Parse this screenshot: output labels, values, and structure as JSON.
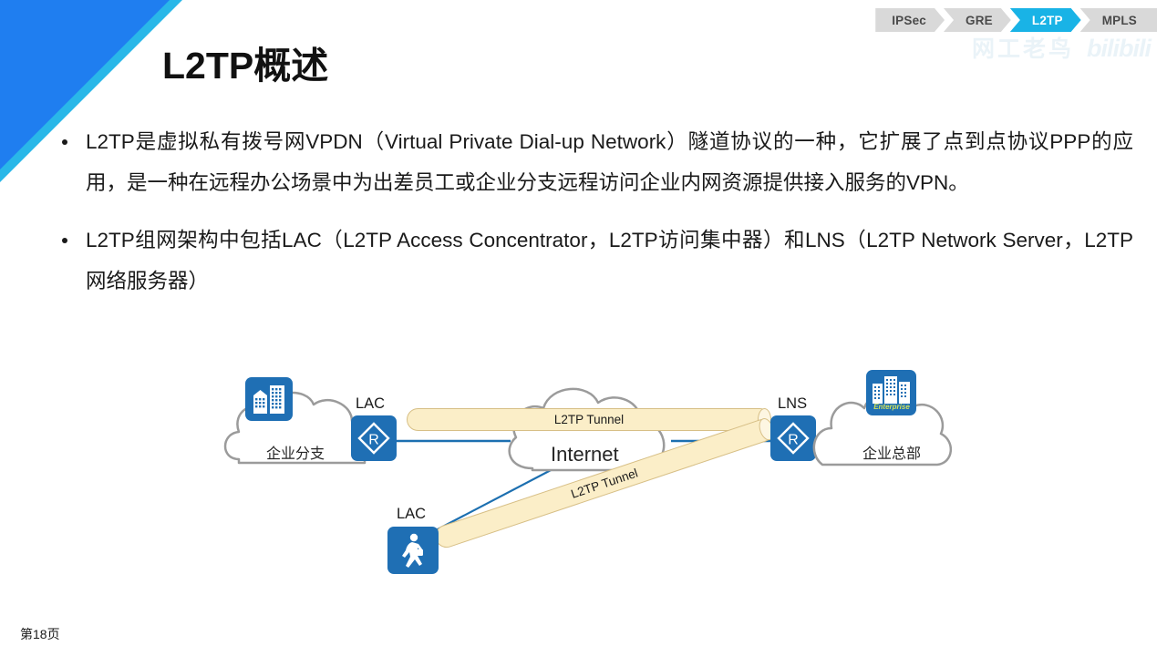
{
  "slide": {
    "title": "L2TP概述",
    "page_number": "第18页"
  },
  "breadcrumb": {
    "items": [
      {
        "label": "IPSec",
        "active": false
      },
      {
        "label": "GRE",
        "active": false
      },
      {
        "label": "L2TP",
        "active": true
      },
      {
        "label": "MPLS",
        "active": false
      }
    ],
    "active_color": "#19b3e6",
    "inactive_color": "#d9d9d9"
  },
  "watermark": {
    "cn": "网工老鸟",
    "brand": "bilibili"
  },
  "body": {
    "bullets": [
      "L2TP是虚拟私有拨号网VPDN（Virtual Private Dial-up Network）隧道协议的一种，它扩展了点到点协议PPP的应用，是一种在远程办公场景中为出差员工或企业分支远程访问企业内网资源提供接入服务的VPN。",
      "L2TP组网架构中包括LAC（L2TP Access Concentrator，L2TP访问集中器）和LNS（L2TP Network Server，L2TP网络服务器）"
    ]
  },
  "diagram": {
    "branch_cloud_label": "企业分支",
    "hq_cloud_label": "企业总部",
    "internet_label": "Internet",
    "lac_router_label": "LAC",
    "lac_mobile_label": "LAC",
    "lns_label": "LNS",
    "tunnel_top_label": "L2TP Tunnel",
    "tunnel_bottom_label": "L2TP Tunnel",
    "hq_building_caption": "Enterprise",
    "router_glyph": "R",
    "colors": {
      "node_blue": "#1f6fb4",
      "tunnel_fill": "#fbeec8",
      "tunnel_stroke": "#d7bf86",
      "cloud_stroke": "#9b9b9b",
      "link_blue": "#1c6fb0"
    }
  },
  "decoration": {
    "corner_blue": "#1f7ef0",
    "corner_cyan": "#29b7e8"
  }
}
